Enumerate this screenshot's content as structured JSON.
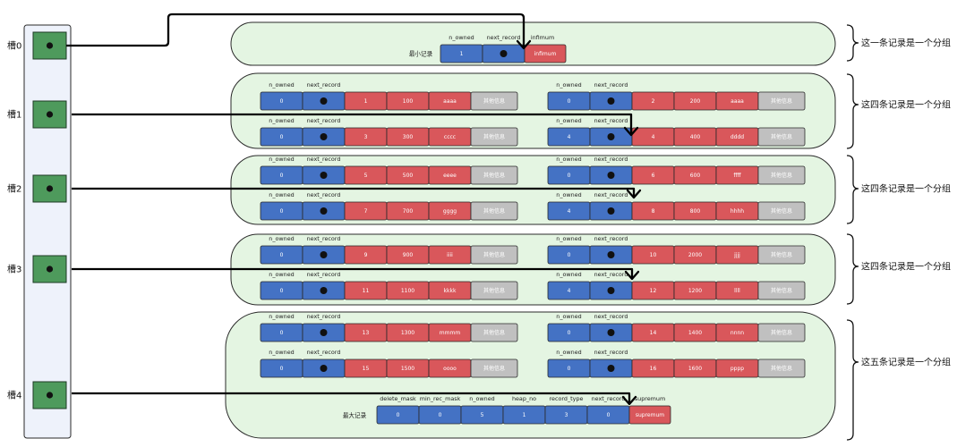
{
  "slots": [
    {
      "label": "槽0"
    },
    {
      "label": "槽1"
    },
    {
      "label": "槽2"
    },
    {
      "label": "槽3"
    },
    {
      "label": "槽4"
    }
  ],
  "field_labels": {
    "n_owned": "n_owned",
    "next_record": "next_record"
  },
  "other_info": "其他信息",
  "infimum": {
    "caption": "最小记录",
    "n_owned": "1",
    "name_label": "infimum",
    "name": "infimum",
    "group_note": "这一条记录是一个分组"
  },
  "groups": [
    {
      "note": "这四条记录是一个分组",
      "rows": [
        [
          {
            "n_owned": "0",
            "values": [
              "1",
              "100",
              "aaaa"
            ]
          },
          {
            "n_owned": "0",
            "values": [
              "2",
              "200",
              "aaaa"
            ]
          }
        ],
        [
          {
            "n_owned": "0",
            "values": [
              "3",
              "300",
              "cccc"
            ]
          },
          {
            "n_owned": "4",
            "values": [
              "4",
              "400",
              "dddd"
            ]
          }
        ]
      ]
    },
    {
      "note": "这四条记录是一个分组",
      "rows": [
        [
          {
            "n_owned": "0",
            "values": [
              "5",
              "500",
              "eeee"
            ]
          },
          {
            "n_owned": "0",
            "values": [
              "6",
              "600",
              "ffff"
            ]
          }
        ],
        [
          {
            "n_owned": "0",
            "values": [
              "7",
              "700",
              "gggg"
            ]
          },
          {
            "n_owned": "4",
            "values": [
              "8",
              "800",
              "hhhh"
            ]
          }
        ]
      ]
    },
    {
      "note": "这四条记录是一个分组",
      "rows": [
        [
          {
            "n_owned": "0",
            "values": [
              "9",
              "900",
              "iiii"
            ]
          },
          {
            "n_owned": "0",
            "values": [
              "10",
              "2000",
              "jjjj"
            ]
          }
        ],
        [
          {
            "n_owned": "0",
            "values": [
              "11",
              "1100",
              "kkkk"
            ]
          },
          {
            "n_owned": "4",
            "values": [
              "12",
              "1200",
              "llll"
            ]
          }
        ]
      ]
    },
    {
      "note": "这五条记录是一个分组",
      "rows": [
        [
          {
            "n_owned": "0",
            "values": [
              "13",
              "1300",
              "mmmm"
            ]
          },
          {
            "n_owned": "0",
            "values": [
              "14",
              "1400",
              "nnnn"
            ]
          }
        ],
        [
          {
            "n_owned": "0",
            "values": [
              "15",
              "1500",
              "oooo"
            ]
          },
          {
            "n_owned": "0",
            "values": [
              "16",
              "1600",
              "pppp"
            ]
          }
        ]
      ]
    }
  ],
  "supremum": {
    "caption": "最大记录",
    "fields": [
      {
        "label": "delete_mask",
        "value": "0"
      },
      {
        "label": "min_rec_mask",
        "value": "0"
      },
      {
        "label": "n_owned",
        "value": "5"
      },
      {
        "label": "heap_no",
        "value": "1"
      },
      {
        "label": "record_type",
        "value": "3"
      },
      {
        "label": "next_record",
        "value": "0"
      }
    ],
    "name_label": "supremum",
    "name": "supremum"
  },
  "colors": {
    "blue": "#4472c4",
    "red": "#d9575b",
    "gray": "#c0c0c0",
    "slot_green": "#4e9a5c",
    "group_fill": "#e4f5e2",
    "panel_fill": "#eef2fb"
  }
}
